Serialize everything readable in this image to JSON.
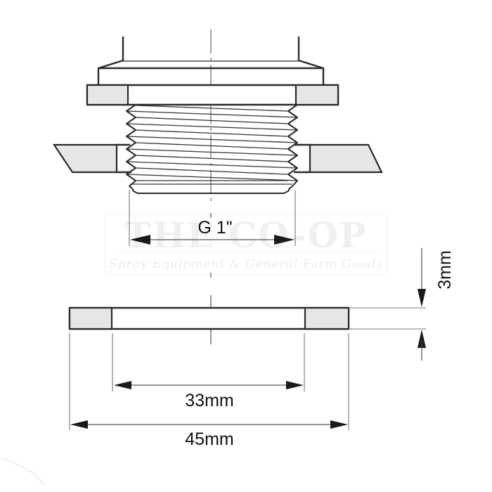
{
  "diagram": {
    "title": "Tank fitting with washer dimensions",
    "parts": [
      "fitting",
      "tank-wall",
      "washer"
    ],
    "colors": {
      "outline": "#2a2a2a",
      "fill_section": "#e6e6e6",
      "background": "#ffffff",
      "watermark": "#f0f0f0"
    }
  },
  "dimensions": {
    "thread": "G 1\"",
    "inner_diameter": "33mm",
    "outer_diameter": "45mm",
    "thickness": "3mm"
  },
  "watermark": {
    "title": "THE CO-OP",
    "subtitle": "Spray Equipment & General Farm Goods"
  }
}
